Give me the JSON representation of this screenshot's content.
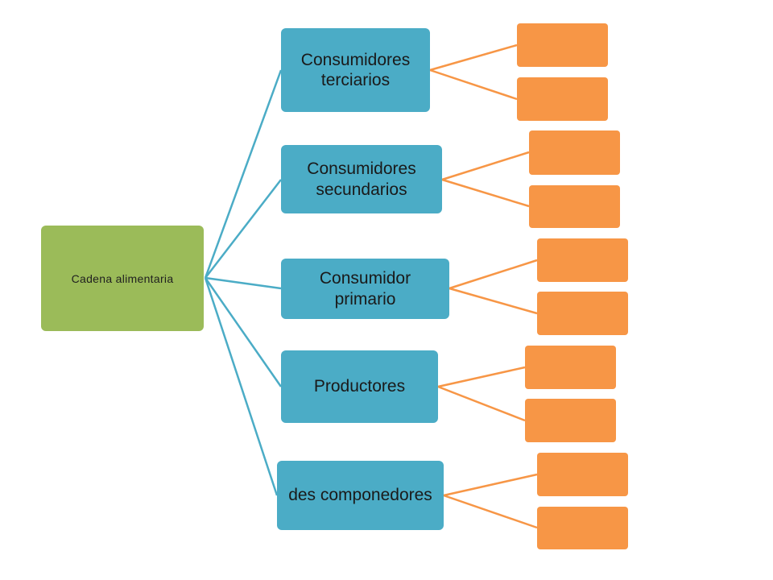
{
  "diagram": {
    "root": {
      "label": "Cadena alimentaria"
    },
    "categories": [
      {
        "label": "Consumidores terciarios",
        "leaves": [
          "",
          ""
        ]
      },
      {
        "label": "Consumidores secundarios",
        "leaves": [
          "",
          ""
        ]
      },
      {
        "label": "Consumidor primario",
        "leaves": [
          "",
          ""
        ]
      },
      {
        "label": "Productores",
        "leaves": [
          "",
          ""
        ]
      },
      {
        "label": "des componedores",
        "leaves": [
          "",
          ""
        ]
      }
    ]
  },
  "colors": {
    "root": "#9bbb59",
    "category": "#4bacc6",
    "leaf": "#f79646",
    "root_connector": "#4bacc6",
    "leaf_connector": "#f79646"
  }
}
